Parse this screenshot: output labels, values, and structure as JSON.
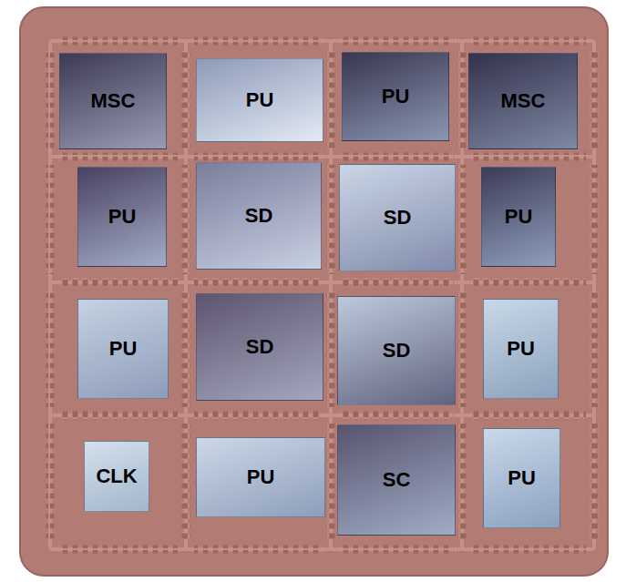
{
  "diagram": {
    "nodes": [
      {
        "text": [
          "MSC"
        ]
      },
      {
        "text": [
          "PU"
        ]
      },
      {
        "text": [
          "PU"
        ]
      },
      {
        "text": [
          "MSC"
        ]
      },
      {
        "text": [
          "PU"
        ]
      },
      {
        "text": [
          "SD"
        ]
      },
      {
        "text": [
          "SD"
        ]
      },
      {
        "text": [
          "PU"
        ]
      },
      {
        "text": [
          "PU"
        ]
      },
      {
        "text": [
          "SD"
        ]
      },
      {
        "text": [
          "SD"
        ]
      },
      {
        "text": [
          "PU"
        ]
      },
      {
        "text": [
          "CLK"
        ]
      },
      {
        "text": [
          "PU"
        ]
      },
      {
        "text": [
          "SC"
        ]
      },
      {
        "text": [
          "PU"
        ]
      }
    ]
  }
}
